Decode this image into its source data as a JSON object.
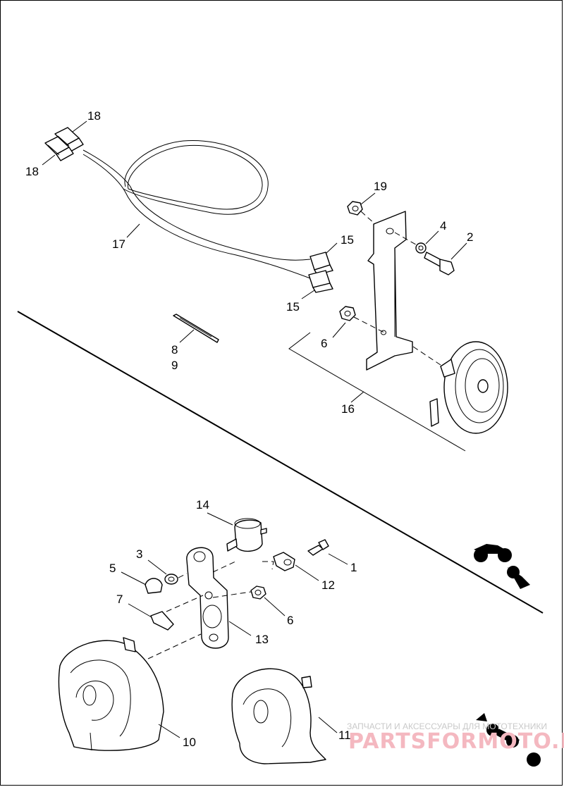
{
  "callouts": {
    "c18a": "18",
    "c18b": "18",
    "c17": "17",
    "c15a": "15",
    "c15b": "15",
    "c19": "19",
    "c4": "4",
    "c2": "2",
    "c6a": "6",
    "c16": "16",
    "c8": "8",
    "c9": "9",
    "c14": "14",
    "c3": "3",
    "c5": "5",
    "c7": "7",
    "c1": "1",
    "c12": "12",
    "c6b": "6",
    "c13": "13",
    "c10": "10",
    "c11": "11"
  },
  "watermark": {
    "line1": "ЗАПЧАСТИ И АКСЕССУАРЫ ДЛЯ МОТОТЕХНИКИ",
    "line2": "PARTSFORMOTO.RU"
  },
  "icons": [
    "motorcycle-forward-icon",
    "motorcycle-forward-icon"
  ],
  "colors": {
    "line": "#000000",
    "watermark": "#f4b8c0",
    "background": "#ffffff"
  }
}
